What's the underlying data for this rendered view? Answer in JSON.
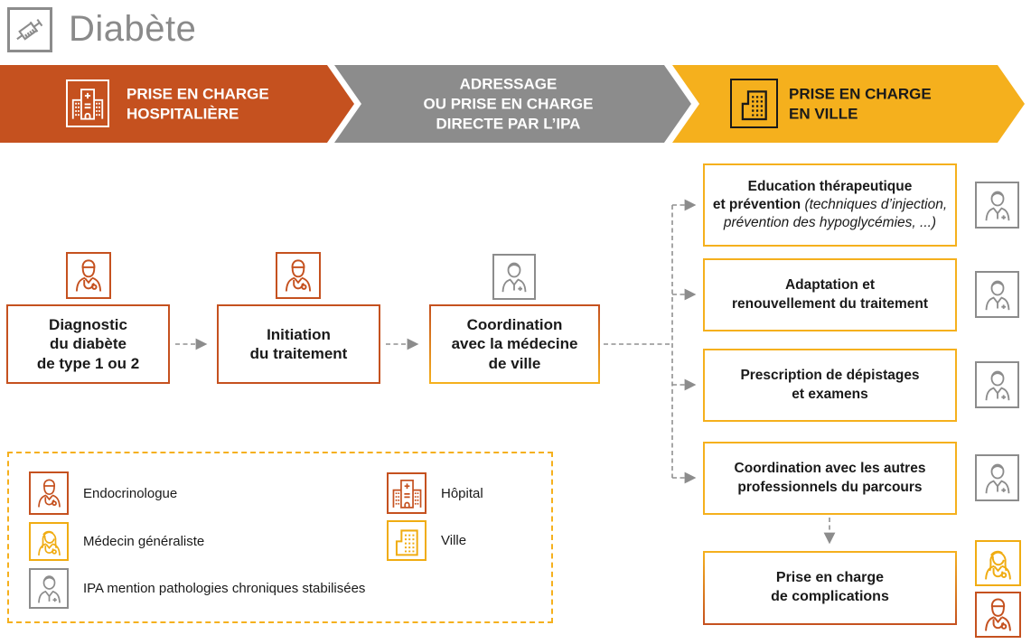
{
  "header": {
    "title": "Diabète",
    "icon": "syringe-icon"
  },
  "stages": [
    {
      "label": "PRISE EN CHARGE\nHOSPITALIÈRE",
      "icon": "hospital-icon",
      "color": "#C5511F",
      "text_color": "#FFFFFF"
    },
    {
      "label": "ADRESSAGE\nOU PRISE EN CHARGE\nDIRECTE PAR L’IPA",
      "color": "#8C8C8C",
      "text_color": "#FFFFFF"
    },
    {
      "label": "PRISE EN CHARGE\nEN VILLE",
      "icon": "city-icon",
      "color": "#F5B01D",
      "text_color": "#1A1A1A"
    }
  ],
  "flow": [
    {
      "text": "Diagnostic\ndu diabète\nde type 1 ou 2",
      "actor": "endocrinologue"
    },
    {
      "text": "Initiation\ndu traitement",
      "actor": "endocrinologue"
    },
    {
      "text": "Coordination\navec la médecine\nde ville",
      "actor": "ipa"
    }
  ],
  "city_actions": [
    {
      "bold": "Education thérapeutique\net prévention ",
      "italic": "(techniques d’injection, prévention des hypoglycémies, ...)",
      "actor": "ipa"
    },
    {
      "bold": "Adaptation et\nrenouvellement du traitement",
      "actor": "ipa"
    },
    {
      "bold": "Prescription de dépistages\net examens",
      "actor": "ipa"
    },
    {
      "bold": "Coordination avec les autres\nprofessionnels du parcours",
      "actor": "ipa"
    }
  ],
  "complications": {
    "text": "Prise en charge\nde complications",
    "actors": [
      "medecin-generaliste",
      "endocrinologue"
    ]
  },
  "legend": {
    "items": [
      {
        "label": "Endocrinologue",
        "icon": "doctor-male-icon",
        "color": "#C5511F"
      },
      {
        "label": "Médecin généraliste",
        "icon": "doctor-female-icon",
        "color": "#F0AC12"
      },
      {
        "label": "IPA mention pathologies chroniques stabilisées",
        "icon": "nurse-icon",
        "color": "#8C8C8C"
      },
      {
        "label": "Hôpital",
        "icon": "hospital-icon",
        "color": "#C5511F"
      },
      {
        "label": "Ville",
        "icon": "city-icon",
        "color": "#F0AC12"
      }
    ]
  },
  "colors": {
    "orange": "#C5511F",
    "yellow": "#F5B01D",
    "gray": "#8C8C8C",
    "text": "#1A1A1A",
    "connector": "#909090",
    "background": "#FFFFFF"
  }
}
